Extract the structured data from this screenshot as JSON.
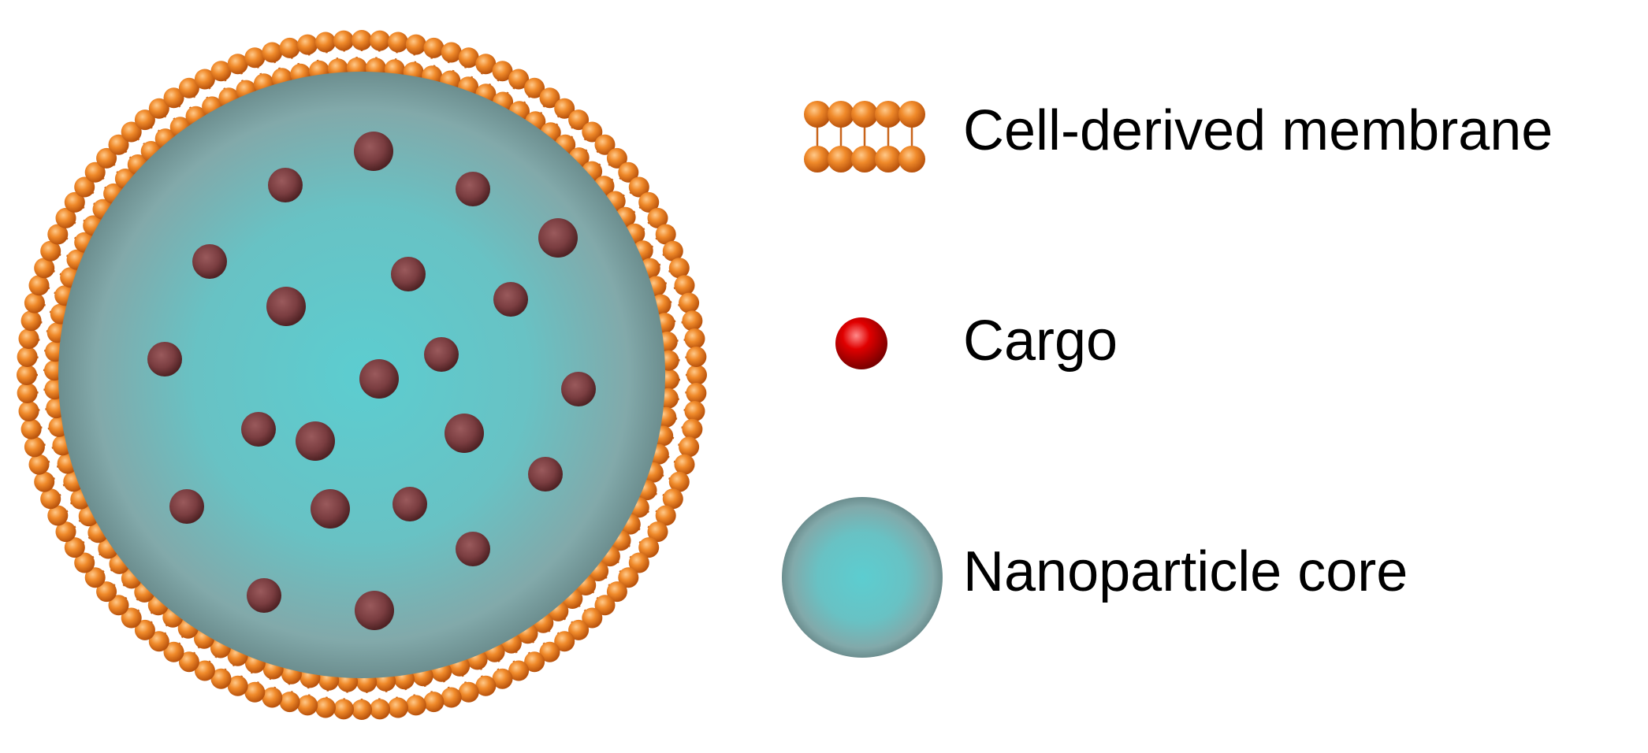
{
  "legend": {
    "membrane_label": "Cell-derived membrane",
    "cargo_label": "Cargo",
    "core_label": "Nanoparticle core"
  },
  "colors": {
    "membrane_bead": "#f08a2a",
    "membrane_bead_dark": "#c45a10",
    "cargo_legend": "#d90000",
    "cargo_inside": "#7a3d40",
    "core_center": "#5ccdd0",
    "core_edge": "#7fa3a5"
  },
  "counts": {
    "membrane_outer_beads": 116,
    "membrane_inner_beads": 102,
    "cargo_particles_inside": 22
  }
}
